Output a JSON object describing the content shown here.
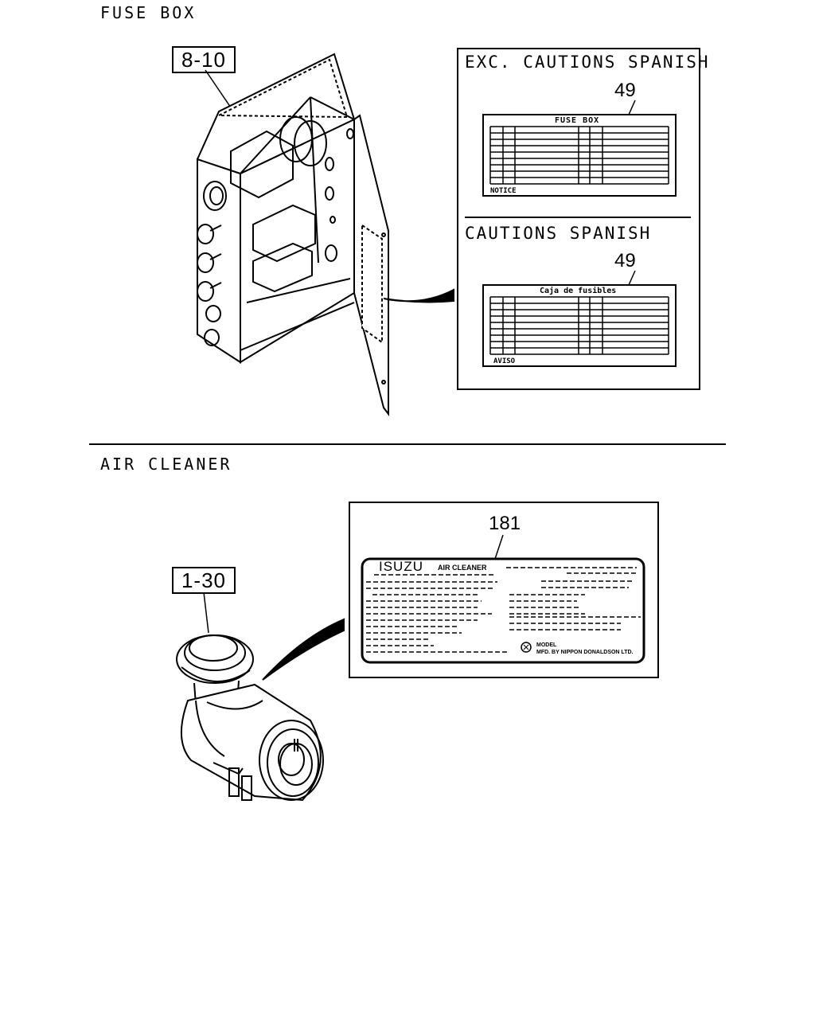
{
  "sections": {
    "fuse_box": {
      "title": "FUSE BOX",
      "ref": "8-10",
      "panel_top_title": "EXC. CAUTIONS SPANISH",
      "panel_bottom_title": "CAUTIONS SPANISH",
      "callout_top": "49",
      "callout_bottom": "49",
      "label_en_title": "FUSE BOX",
      "label_en_footer": "NOTICE",
      "label_es_title": "Caja de fusibles",
      "label_es_footer": "AVISO"
    },
    "air_cleaner": {
      "title": "AIR CLEANER",
      "ref": "1-30",
      "callout": "181",
      "brand": "ISUZU",
      "brand_sub": "AIR CLEANER",
      "model_label": "MODEL",
      "mfd_line": "MFD. BY NIPPON DONALDSON LTD."
    }
  }
}
